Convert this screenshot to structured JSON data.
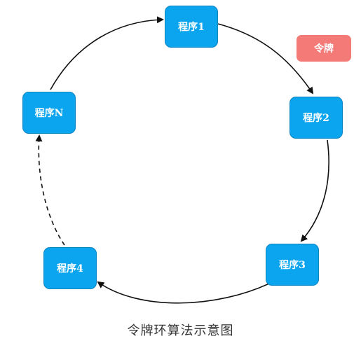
{
  "nodes": {
    "n1": "程序1",
    "n2": "程序2",
    "n3": "程序3",
    "n4": "程序4",
    "nN": "程序N"
  },
  "token_label": "令牌",
  "caption": "令牌环算法示意图",
  "colors": {
    "node_fill": "#0aa5ee",
    "token_fill": "#f47a78",
    "edge": "#111111"
  }
}
